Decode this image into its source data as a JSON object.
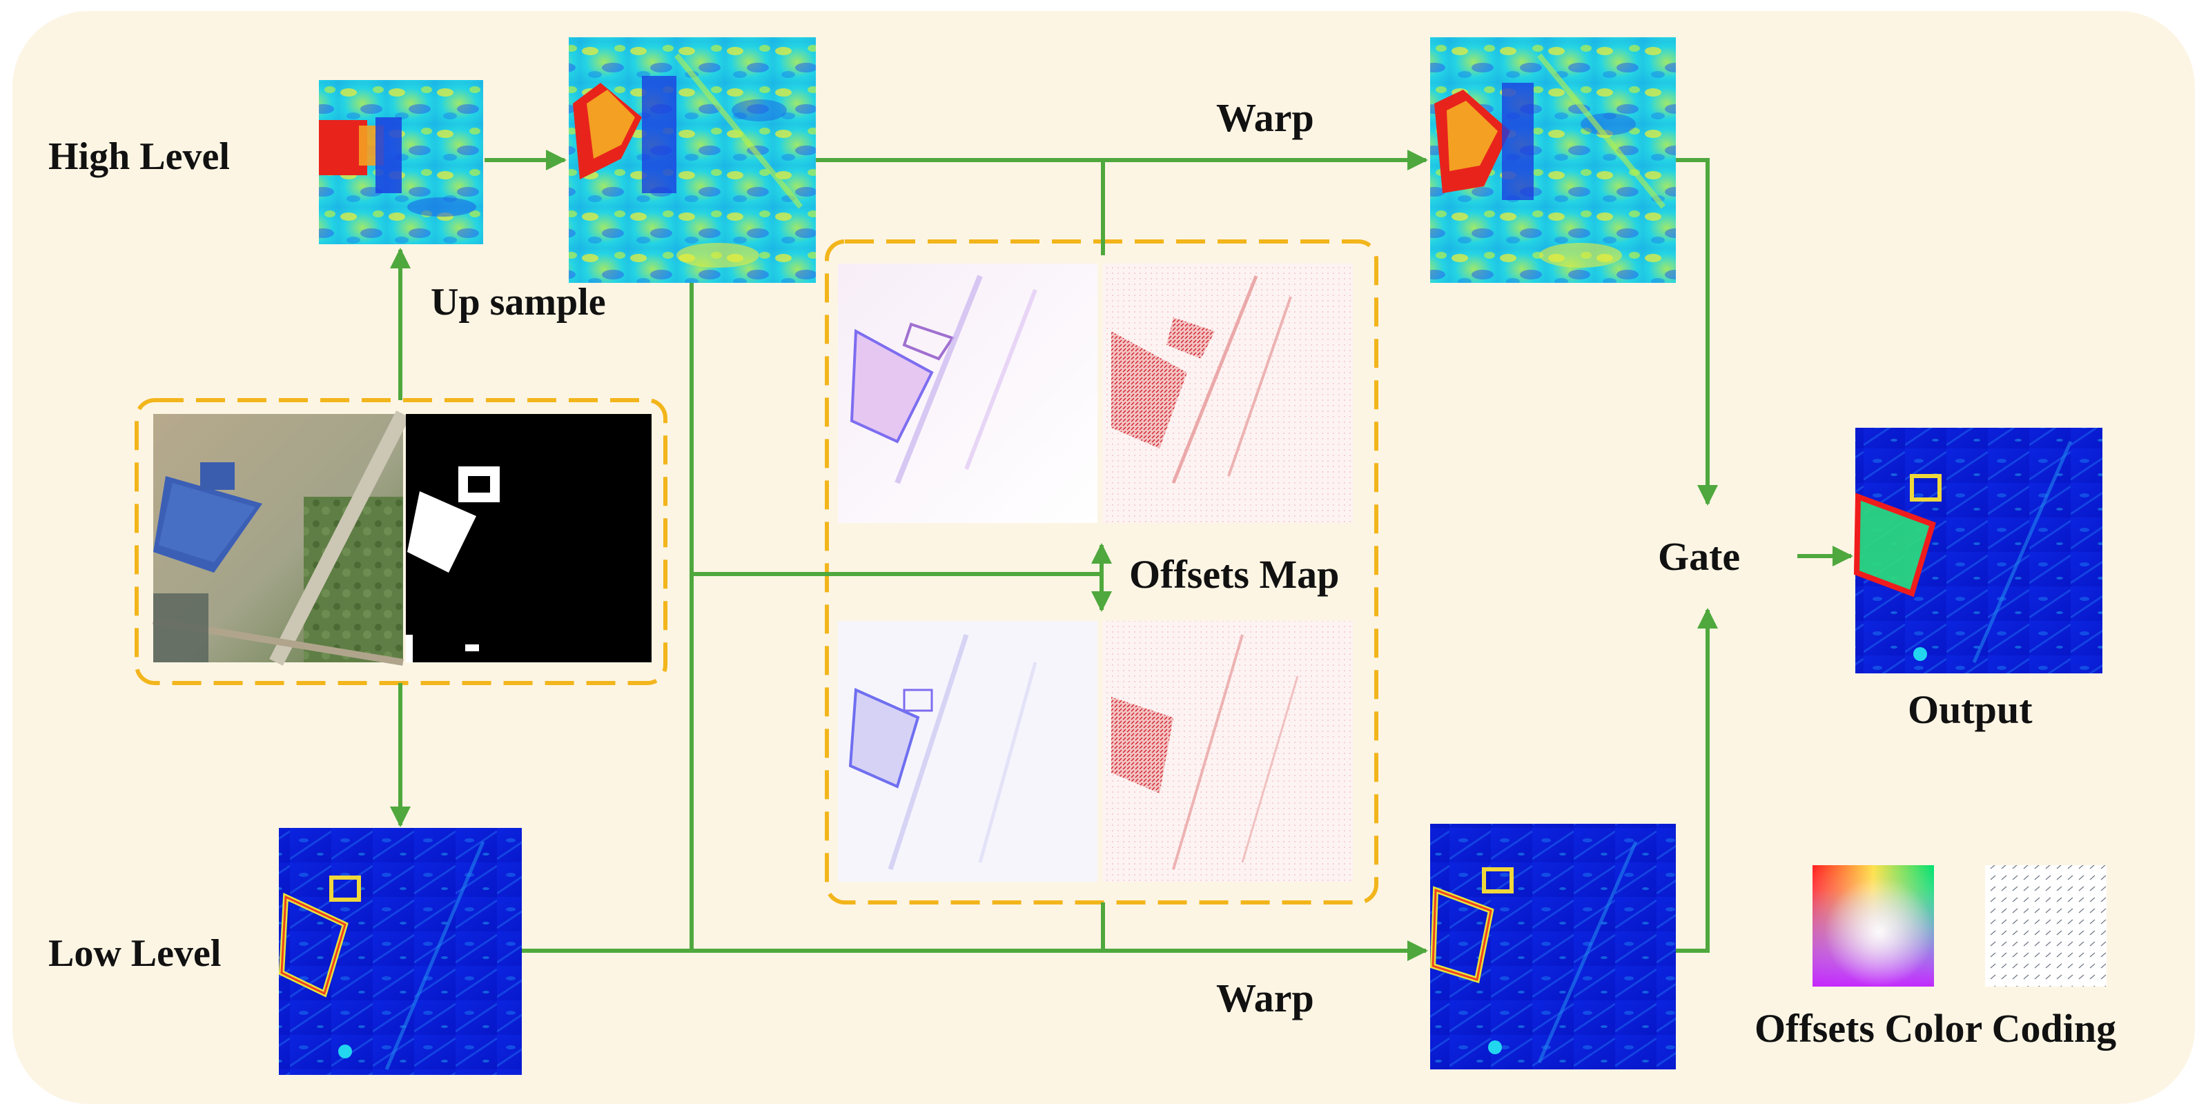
{
  "labels": {
    "high_level": "High Level",
    "low_level": "Low Level",
    "up_sample": "Up sample",
    "warp_top": "Warp",
    "warp_bottom": "Warp",
    "offsets_map": "Offsets Map",
    "gate": "Gate",
    "output": "Output",
    "offsets_color_coding": "Offsets Color Coding"
  },
  "colors": {
    "background_panel": "#fdf5e4",
    "arrow": "#4fa83d",
    "dashed_box": "#f2b51b",
    "heatmap_blue": "#0a1fd6",
    "heatmap_cyan": "#19d6e8",
    "heatmap_red": "#e0241c"
  },
  "icons": {
    "high_level_feature": "heatmap-jet",
    "upsampled_feature": "heatmap-jet",
    "warped_high_feature": "heatmap-jet",
    "low_level_feature": "heatmap-blue",
    "warped_low_feature": "heatmap-blue",
    "output_feature": "heatmap-blue",
    "input_image": "satellite-photo",
    "input_mask": "binary-mask",
    "offset_flow": "flow-field",
    "offset_arrows": "arrow-field",
    "color_wheel": "color-wheel",
    "arrow_grid": "arrow-grid"
  }
}
